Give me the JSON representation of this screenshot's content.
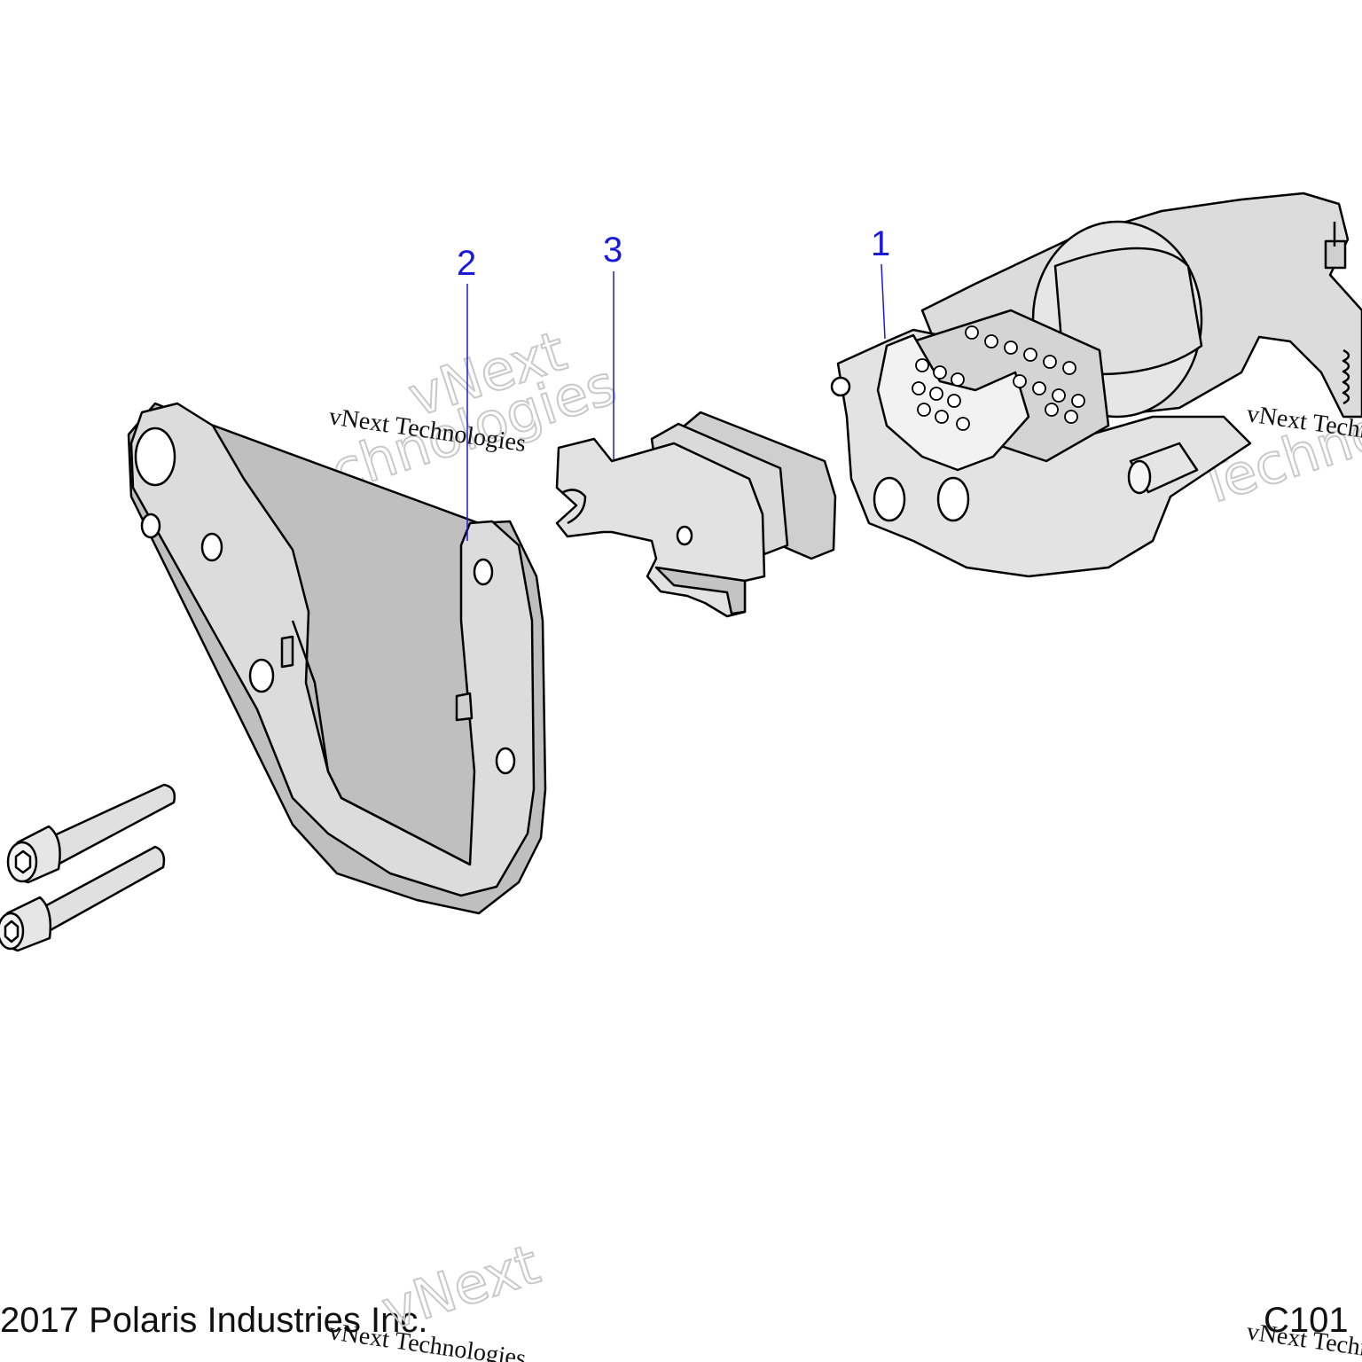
{
  "diagram": {
    "callouts": [
      {
        "id": "1",
        "label": "1"
      },
      {
        "id": "2",
        "label": "2"
      },
      {
        "id": "3",
        "label": "3"
      }
    ],
    "watermark": {
      "line1": "vNext",
      "line2": "Technologies",
      "small": "vNext Technologies"
    },
    "footer": {
      "copyright": "2017 Polaris Industries Inc.",
      "figure_code": "C101"
    }
  },
  "colors": {
    "part_fill": "#d9d9d9",
    "part_shadow": "#bfbfbf",
    "outline": "#000000",
    "callout": "#1a1ad8"
  }
}
